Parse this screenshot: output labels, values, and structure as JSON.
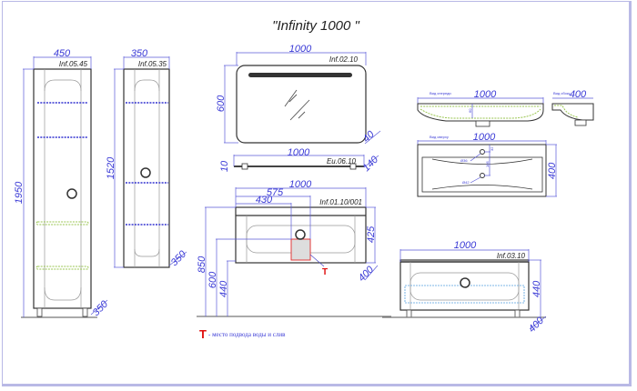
{
  "title": "\"Infinity 1000 \"",
  "legend": {
    "marker": "T",
    "text": "- место подвода воды и слив"
  },
  "tall_cabinet": {
    "code": "Inf.05.45",
    "width": "450",
    "height": "1950",
    "depth": "350"
  },
  "wall_cabinet": {
    "code": "Inf.05.35",
    "width": "350",
    "height": "1520",
    "depth": "350"
  },
  "mirror": {
    "code": "Inf.02.10",
    "width": "1000",
    "height": "600",
    "depth": "40"
  },
  "shelf": {
    "code": "Eu.06.10",
    "width": "1000",
    "height": "10",
    "depth": "140"
  },
  "vanity": {
    "code": "Inf.01.10/001",
    "width": "1000",
    "offset_575": "575",
    "offset_430": "430",
    "height": "425",
    "depth": "400",
    "elev_850": "850",
    "elev_600": "600",
    "elev_440": "440",
    "marker": "T"
  },
  "floor_cabinet": {
    "code": "Inf.03.10",
    "width": "1000",
    "height": "440",
    "depth": "400"
  },
  "sink": {
    "front_label": "Вид спереди",
    "front_width": "1000",
    "front_depth_mark": "60",
    "side_label": "Вид сбоку",
    "side_width": "400",
    "top_label": "Вид сверху",
    "top_width": "1000",
    "top_depth": "400",
    "hole1": "Ø36",
    "hole2": "Ø42",
    "dim_32": "32",
    "dim_105": "105"
  }
}
